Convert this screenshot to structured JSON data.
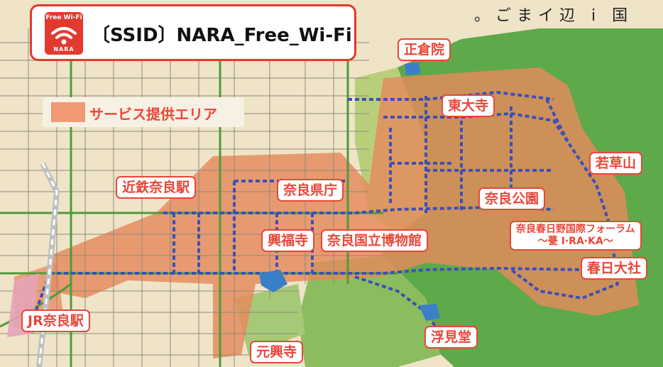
{
  "ssid_banner": {
    "logo_top_text": "Free Wi-Fi",
    "logo_bottom_text": "NARA",
    "ssid_text": "〔SSID〕NARA_Free_Wi-Fi"
  },
  "legend": {
    "label": "サービス提供エリア",
    "color": "#ef9a74"
  },
  "corner_text": "。ごまイ辺 i 国",
  "colors": {
    "accent_red": "#e8473a",
    "route_blue": "#3c4fb8",
    "park_green": "#5ea94a",
    "service_area": "#e58a5c",
    "base_map": "#efe4c7"
  },
  "place_labels": [
    {
      "id": "shosoin",
      "text": "正倉院"
    },
    {
      "id": "todaiji",
      "text": "東大寺"
    },
    {
      "id": "wakakusayama",
      "text": "若草山"
    },
    {
      "id": "kintetsu-nara-station",
      "text": "近鉄奈良駅"
    },
    {
      "id": "nara-prefectural-office",
      "text": "奈良県庁"
    },
    {
      "id": "nara-park",
      "text": "奈良公園"
    },
    {
      "id": "kofukuji",
      "text": "興福寺"
    },
    {
      "id": "nara-national-museum",
      "text": "奈良国立博物館"
    },
    {
      "id": "kasuga-taisha",
      "text": "春日大社"
    },
    {
      "id": "jr-nara-station",
      "text": "JR奈良駅"
    },
    {
      "id": "ukimido",
      "text": "浮見堂"
    },
    {
      "id": "gangoji",
      "text": "元興寺"
    }
  ],
  "forum_label": {
    "line1": "奈良春日野国際フォーラム",
    "line2": "〜甍 I·RA·KA〜"
  }
}
